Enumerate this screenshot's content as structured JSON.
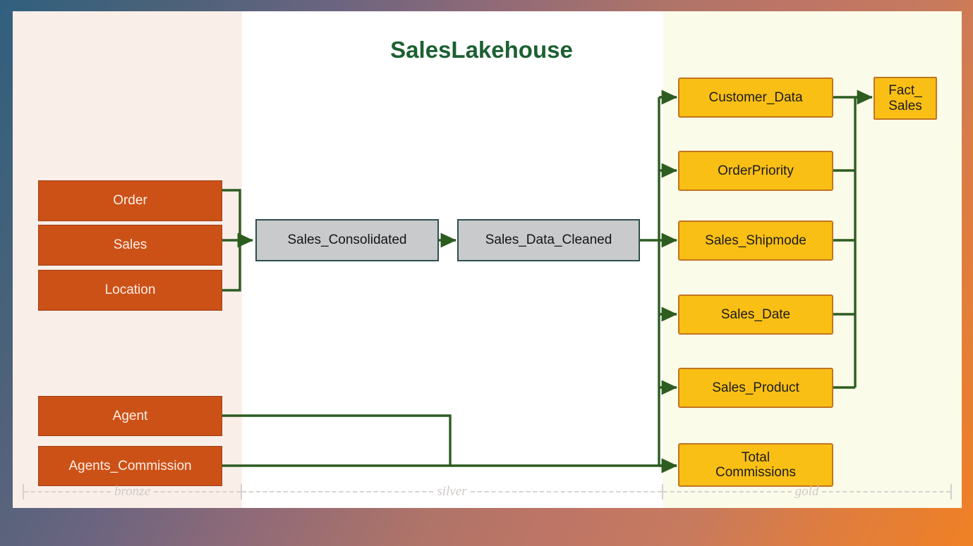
{
  "diagram": {
    "title": "SalesLakehouse",
    "title_color": "#1d6032",
    "connector_color": "#2d5c20",
    "zones": [
      {
        "key": "bronze",
        "label": "bronze",
        "bg": "#faeee8"
      },
      {
        "key": "silver",
        "label": "silver",
        "bg": "#ffffff"
      },
      {
        "key": "gold",
        "label": "gold",
        "bg": "#fbfbe9"
      }
    ],
    "bronze_nodes": [
      {
        "label": "Order"
      },
      {
        "label": "Sales"
      },
      {
        "label": "Location"
      },
      {
        "label": "Agent"
      },
      {
        "label": "Agents_Commission"
      }
    ],
    "silver_nodes": [
      {
        "label": "Sales_Consolidated"
      },
      {
        "label": "Sales_Data_Cleaned"
      }
    ],
    "gold_nodes": [
      {
        "label": "Customer_Data"
      },
      {
        "label": "OrderPriority"
      },
      {
        "label": "Sales_Shipmode"
      },
      {
        "label": "Sales_Date"
      },
      {
        "label": "Sales_Product"
      },
      {
        "label_line1": "Total",
        "label_line2": "Commissions"
      }
    ],
    "fact_node": {
      "label_line1": "Fact_",
      "label_line2": "Sales"
    },
    "colors": {
      "bronze_fill": "#cc5117",
      "bronze_border": "#9c3f12",
      "bronze_text": "#fdeee6",
      "silver_fill": "#c9cacb",
      "silver_border": "#2f4f4f",
      "gold_fill": "#f9bf15",
      "gold_border": "#c2741f",
      "frame_start": "#30607e",
      "frame_end": "#ef8024"
    }
  }
}
